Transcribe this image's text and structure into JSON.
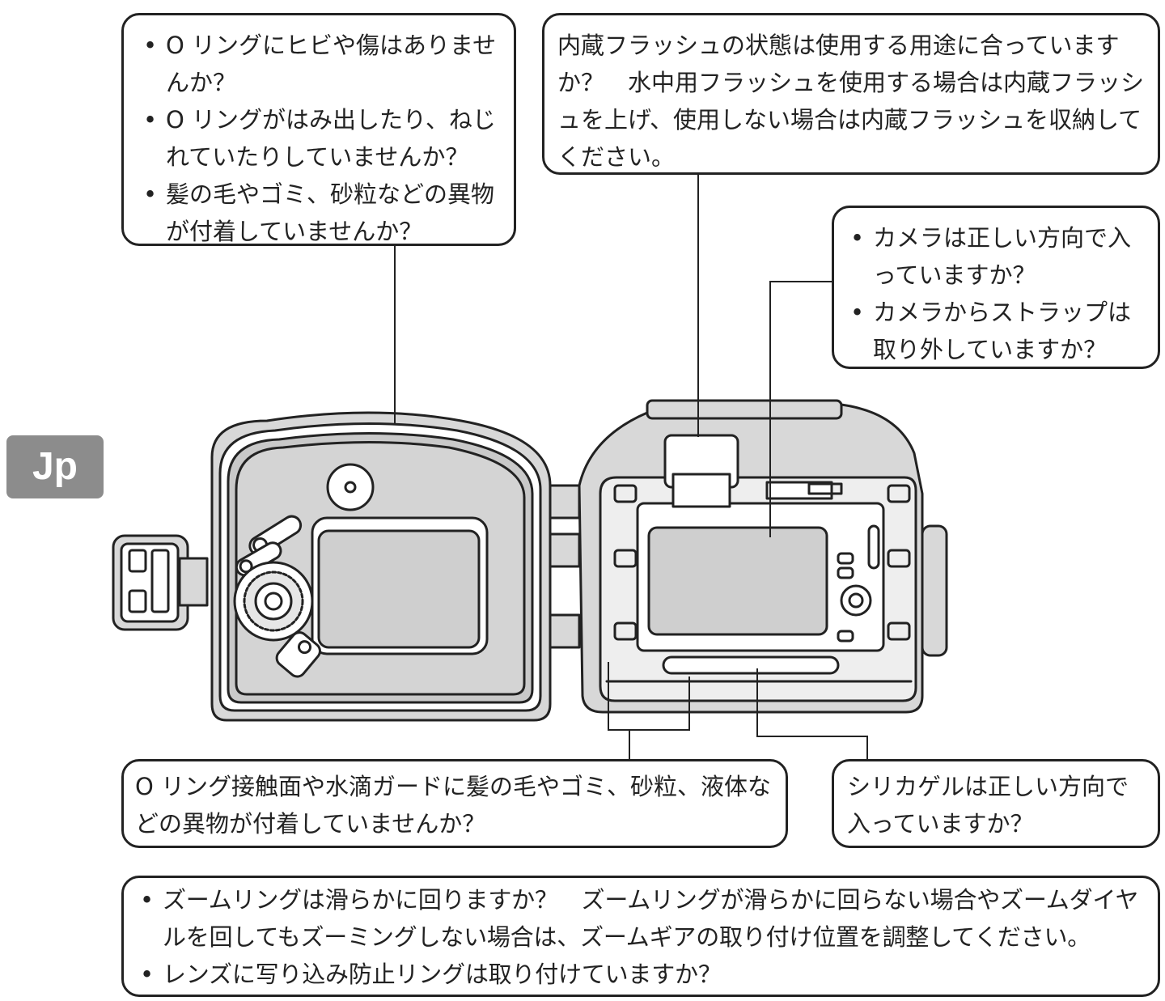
{
  "callouts": {
    "oring_check": {
      "items": [
        "O リングにヒビや傷はありませんか？",
        "O リングがはみ出したり、ねじれていたりしていませんか？",
        "髪の毛やゴミ、砂粒などの異物が付着していませんか？"
      ]
    },
    "flash_check": {
      "text": "内蔵フラッシュの状態は使用する用途に合っていますか？　水中用フラッシュを使用する場合は内蔵フラッシュを上げ、使用しない場合は内蔵フラッシュを収納してください。"
    },
    "camera_check": {
      "items": [
        "カメラは正しい方向で入っていますか？",
        "カメラからストラップは取り外していますか？"
      ]
    },
    "surface_check": {
      "text": "O リング接触面や水滴ガードに髪の毛やゴミ、砂粒、液体などの異物が付着していませんか？"
    },
    "silica_check": {
      "text": "シリカゲルは正しい方向で入っていますか？"
    },
    "zoom_check": {
      "items": [
        "ズームリングは滑らかに回りますか？　ズームリングが滑らかに回らない場合やズームダイヤルを回してもズーミングしない場合は、ズームギアの取り付け位置を調整してください。",
        "レンズに写り込み防止リングは取り付けていますか？"
      ]
    }
  },
  "language_tab": "Jp"
}
